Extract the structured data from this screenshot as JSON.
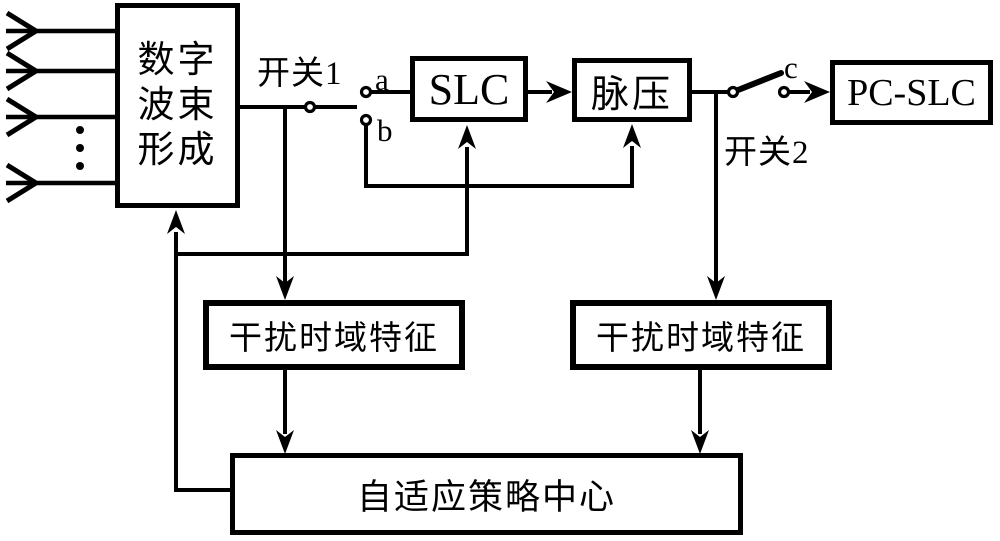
{
  "diagram": {
    "background": "#ffffff",
    "line_color": "#000000",
    "nodes": {
      "beamforming": {
        "line1": "数字",
        "line2": "波束",
        "line3": "形成"
      },
      "slc": {
        "label": "SLC"
      },
      "pulse_compression": {
        "label": "脉压"
      },
      "pc_slc": {
        "label": "PC-SLC"
      },
      "feature_left": {
        "label": "干扰时域特征"
      },
      "feature_right": {
        "label": "干扰时域特征"
      },
      "strategy_center": {
        "label": "自适应策略中心"
      }
    },
    "switches": {
      "switch1": {
        "label": "开关1",
        "contacts": {
          "a": "a",
          "b": "b"
        }
      },
      "switch2": {
        "label": "开关2",
        "contacts": {
          "c": "c"
        }
      }
    }
  }
}
